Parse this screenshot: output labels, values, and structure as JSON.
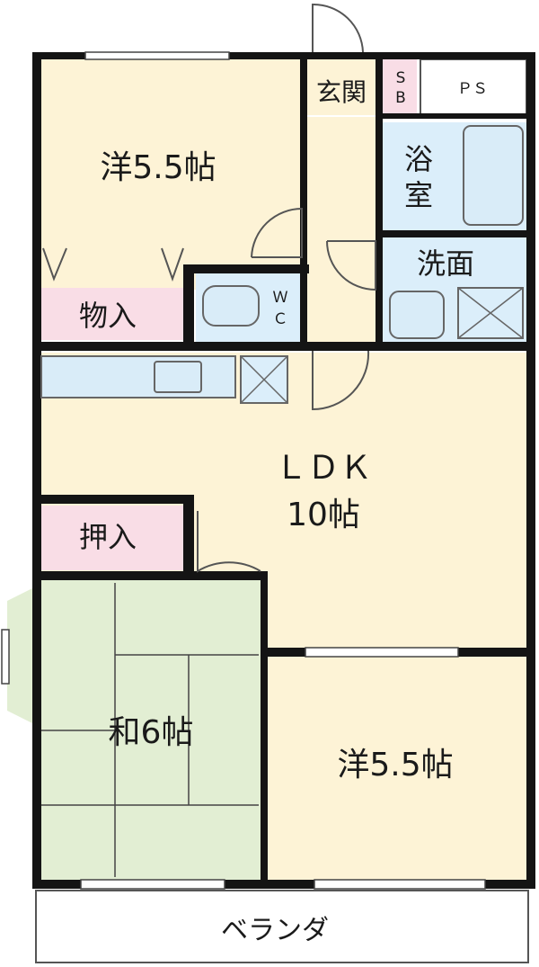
{
  "rooms": {
    "western_top": "洋5.5帖",
    "entrance": "玄関",
    "shoe_box_1": "S",
    "shoe_box_2": "B",
    "pipe_space": "ＰＳ",
    "bath_1": "浴",
    "bath_2": "室",
    "washroom": "洗面",
    "storage": "物入",
    "toilet_1": "Ｗ",
    "toilet_2": "Ｃ",
    "ldk_1": "ＬＤＫ",
    "ldk_2": "10帖",
    "closet": "押入",
    "japanese": "和6帖",
    "western_bottom": "洋5.5帖",
    "veranda": "ベランダ"
  },
  "colors": {
    "western": "#fdf3d6",
    "ldk": "#fdf3d6",
    "japanese": "#e2eed3",
    "storage": "#f9dde6",
    "wet_area": "#dbeefa",
    "wall": "#141414"
  }
}
